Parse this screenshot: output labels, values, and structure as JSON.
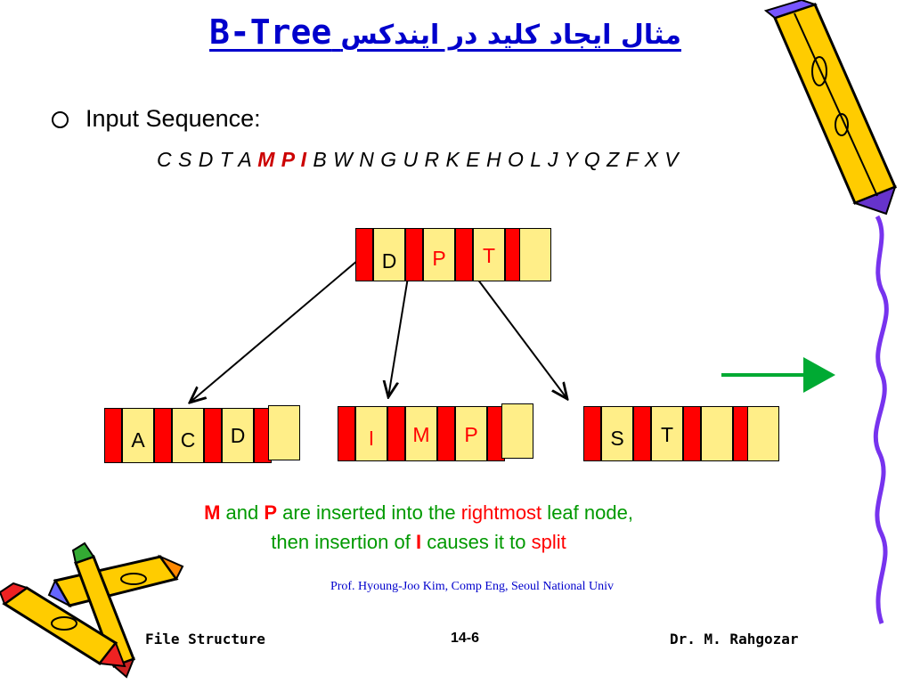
{
  "title": {
    "latin": "B-Tree",
    "persian": "مثال ایجاد کلید در ایندکس"
  },
  "heading": "Input Sequence:",
  "sequence": {
    "before": "C S D T A ",
    "highlight": "M P I",
    "after": " B W N G U R K E H O L J Y Q Z F X V"
  },
  "diagram": {
    "root": {
      "keys": [
        "D",
        "P",
        "T"
      ]
    },
    "leaves": [
      {
        "keys": [
          "A",
          "C",
          "D"
        ]
      },
      {
        "keys": [
          "I",
          "M",
          "P"
        ]
      },
      {
        "keys": [
          "S",
          "T"
        ]
      }
    ]
  },
  "caption": {
    "line1_m": "M",
    "line1_and": " and ",
    "line1_p": "P",
    "line1_mid": " are inserted into the ",
    "line1_rightmost": "rightmost",
    "line1_end": " leaf node,",
    "line2_start": "then insertion of ",
    "line2_i": "I",
    "line2_mid": " causes it to ",
    "line2_split": "split"
  },
  "credit": "Prof. Hyoung-Joo Kim, Comp Eng, Seoul National Univ",
  "footer": {
    "left": "File Structure",
    "center": "14-6",
    "right": "Dr. M. Rahgozar"
  },
  "colors": {
    "title": "#0000CC",
    "pointer_cell": "#FF0000",
    "key_cell": "#FFEE88",
    "caption": "#009900",
    "highlight": "#FF0000",
    "arrow_green": "#00AA33"
  }
}
